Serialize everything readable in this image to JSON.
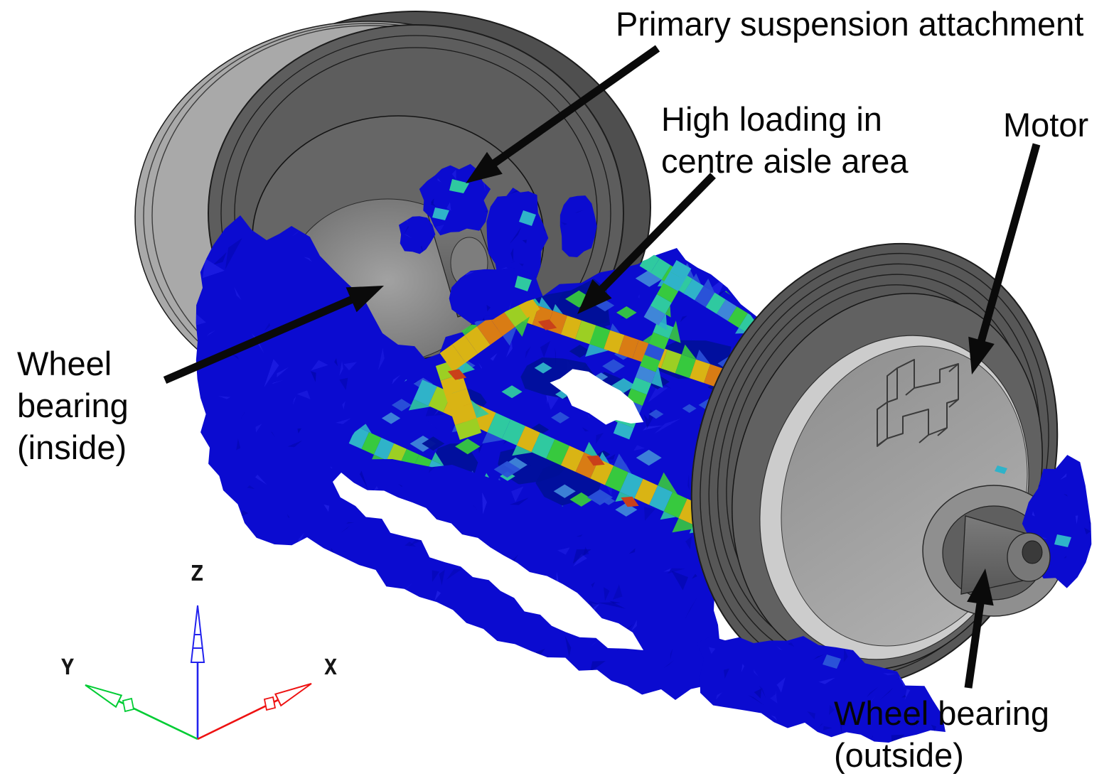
{
  "annotations": {
    "primary_suspension": {
      "text": "Primary suspension attachment"
    },
    "high_loading": {
      "lines": [
        "High loading in",
        "centre aisle area"
      ]
    },
    "motor": {
      "text": "Motor"
    },
    "wheel_bearing_inside": {
      "lines": [
        "Wheel",
        "bearing",
        "(inside)"
      ]
    },
    "wheel_bearing_outside": {
      "lines": [
        "Wheel bearing",
        "(outside)"
      ]
    }
  },
  "triad": {
    "x_label": "X",
    "y_label": "Y",
    "z_label": "Z",
    "x_color": "#ee1111",
    "y_color": "#00cc33",
    "z_color": "#2222ee",
    "label_color": "#161616"
  },
  "palette": {
    "base_blue": "#0b0bd0",
    "facet_dark": "#0005a0",
    "facet_light": "#2b2bee",
    "navy": "#001098",
    "blue2": "#2a52d8",
    "light_blue": "#3f86d8",
    "cyan": "#2fb3c9",
    "teal": "#2fc9a0",
    "green": "#37c93e",
    "yellow_green": "#9ccf23",
    "gold": "#d9b414",
    "orange": "#d97c14",
    "red": "#c9401a"
  },
  "model": {
    "background": "#ffffff",
    "outline": "#1c1c1c",
    "arrow_black": "#0a0a0a",
    "wheel_back": "#4f4f4f",
    "wheel_face": "#5d5d5d",
    "wheel_dish": "#666666",
    "tread_light": "#a9a9a9",
    "rim_right": "#575757",
    "rim_step": "#616161",
    "disc_light": "#a2a2a2",
    "disc_bright": "#cccccc",
    "hub_light": "#9e9e9e",
    "hub_mid": "#8f8f8f",
    "hub_recess": "#5f5f5f",
    "axle_gray": "#6a6a6a",
    "axle_cap": "#787878",
    "axle_hole": "#3a3a3a",
    "axle_left": "#8a8a8a"
  }
}
